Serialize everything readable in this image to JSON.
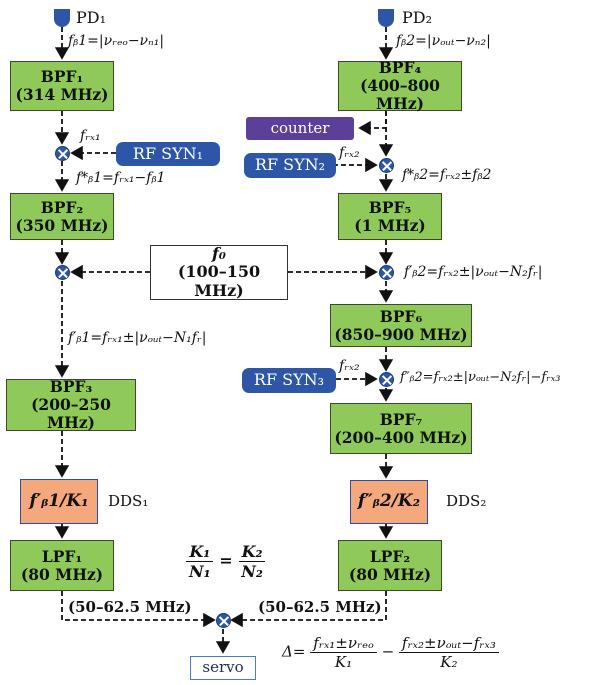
{
  "photodetectors": {
    "pd1": {
      "label": "PD₁",
      "beat": "fᵦ1=|νᵣₑₒ−νₙ₁|"
    },
    "pd2": {
      "label": "PD₂",
      "beat": "fᵦ2=|νₒᵤₜ−νₙ₂|"
    }
  },
  "left_chain": {
    "bpf1": {
      "name": "BPF₁",
      "band": "(314 MHz)"
    },
    "frf1_label": "fᵣₓ₁",
    "syn1": "RF SYN₁",
    "fb1_star": "f*ᵦ1=fᵣₓ₁−fᵦ1",
    "bpf2": {
      "name": "BPF₂",
      "band": "(350 MHz)"
    },
    "fb1_prime": "f′ᵦ1=fᵣₓ₁±|νₒᵤₜ−N₁fᵣ|",
    "bpf3": {
      "name": "BPF₃",
      "band": "(200–250 MHz)"
    },
    "dds1": {
      "ratio": "f′ᵦ1/K₁",
      "name": "DDS₁"
    },
    "lpf1": {
      "name": "LPF₁",
      "band": "(80 MHz)"
    },
    "out_band": "(50–62.5 MHz)"
  },
  "reference": {
    "name": "f₀",
    "band": "(100–150 MHz)"
  },
  "right_chain": {
    "bpf4": {
      "name": "BPF₄",
      "band": "(400–800 MHz)"
    },
    "counter": "counter",
    "syn2": "RF SYN₂",
    "frf2_label": "fᵣₓ₂",
    "fb2_star": "f*ᵦ2=fᵣₓ₂±fᵦ2",
    "bpf5": {
      "name": "BPF₅",
      "band": "(1 MHz)"
    },
    "fb2_prime": "f′ᵦ2=fᵣₓ₂±|νₒᵤₜ−N₂fᵣ|",
    "bpf6": {
      "name": "BPF₆",
      "band": "(850–900 MHz)"
    },
    "syn3": "RF SYN₃",
    "frf2_label_b": "fᵣₓ₂",
    "fb2_dprime": "f″ᵦ2=fᵣₓ₂±|νₒᵤₜ−N₂fᵣ|−fᵣₓ₃",
    "bpf7": {
      "name": "BPF₇",
      "band": "(200–400 MHz)"
    },
    "dds2": {
      "ratio": "f″ᵦ2/K₂",
      "name": "DDS₂"
    },
    "lpf2": {
      "name": "LPF₂",
      "band": "(80 MHz)"
    },
    "out_band": "(50–62.5 MHz)"
  },
  "condition": {
    "k1": "K₁",
    "n1": "N₁",
    "eq": "=",
    "k2": "K₂",
    "n2": "N₂"
  },
  "output": {
    "servo": "servo",
    "delta": "Δ=",
    "t1_num": "fᵣₓ₁±νᵣₑₒ",
    "t1_den": "K₁",
    "minus": "−",
    "t2_num": "fᵣₓ₂±νₒᵤₜ−fᵣₓ₃",
    "t2_den": "K₂"
  },
  "colors": {
    "bpf": "#8ec95a",
    "dds": "#f4a87c",
    "synth": "#2d56a7",
    "counter": "#5b3f98",
    "mixer": "#2d56a7",
    "servo_border": "#4c7ad0"
  }
}
